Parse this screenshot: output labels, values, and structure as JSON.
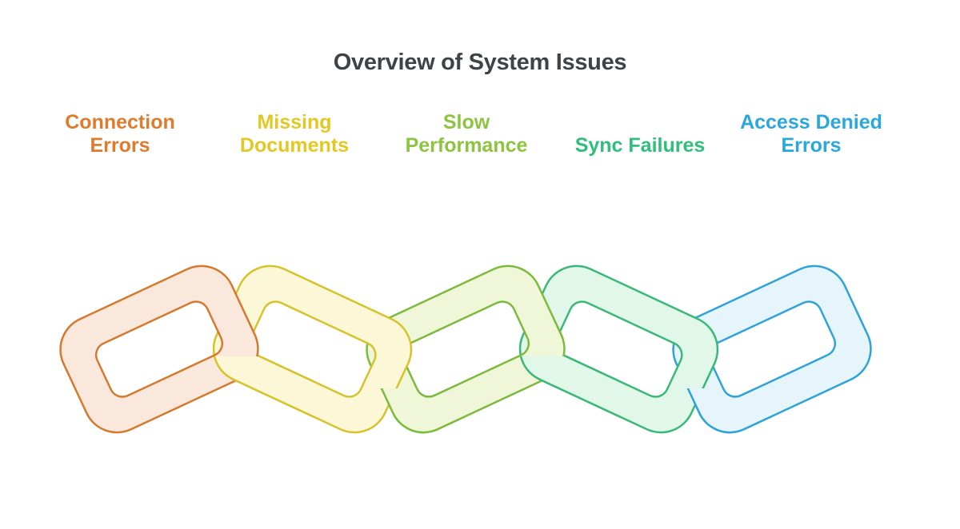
{
  "title": "Overview of System Issues",
  "diagram": {
    "type": "interlocking-chain",
    "background": "#FFFFFF",
    "title_color": "#3E4347",
    "links": [
      {
        "id": "connection-errors",
        "label": "Connection Errors",
        "label_color": "#DE7B2D",
        "stroke": "#D47A2E",
        "fill": "#FAE8DC"
      },
      {
        "id": "missing-documents",
        "label": "Missing Documents",
        "label_color": "#E3C723",
        "stroke": "#D6C229",
        "fill": "#FCF8D7"
      },
      {
        "id": "slow-performance",
        "label": "Slow Performance",
        "label_color": "#8CC43F",
        "stroke": "#7CBA3D",
        "fill": "#F0F7D8"
      },
      {
        "id": "sync-failures",
        "label": "Sync Failures",
        "label_color": "#2FBE7B",
        "stroke": "#3AB877",
        "fill": "#E1F7E9"
      },
      {
        "id": "access-denied-errors",
        "label": "Access Denied Errors",
        "label_color": "#2AA7DC",
        "stroke": "#2EA3D9",
        "fill": "#E6F4FC"
      }
    ]
  }
}
